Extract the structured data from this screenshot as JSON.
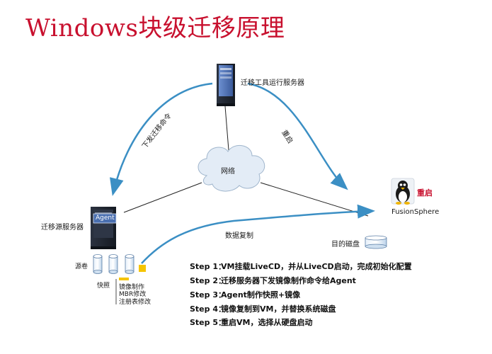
{
  "title": "Windows块级迁移原理",
  "nodes": {
    "migration_tool_server": "迁移工具运行服务器",
    "source_server": "迁移源服务器",
    "agent": "Agent",
    "network": "网络",
    "fusionsphere": "FusionSphere",
    "reboot": "重启",
    "target_disk": "目的磁盘",
    "source_volume": "源卷",
    "snapshot": "快照"
  },
  "edges": {
    "send_command": "下发迁移命令",
    "restart": "重启",
    "data_copy": "数据复制"
  },
  "legend": {
    "image_make": "镜像制作",
    "mbr_modify": "MBR修改",
    "registry_modify": "注册表修改"
  },
  "steps": [
    {
      "label": "Step 1：",
      "text": "VM挂载LiveCD，并从LiveCD启动，完成初始化配置"
    },
    {
      "label": "Step 2：",
      "text": "迁移服务器下发镜像制作命令给Agent"
    },
    {
      "label": "Step 3：",
      "text": "Agent制作快照+镜像"
    },
    {
      "label": "Step 4：",
      "text": "镜像复制到VM，并替换系统磁盘"
    },
    {
      "label": "Step 5：",
      "text": "重启VM，选择从硬盘启动"
    }
  ],
  "colors": {
    "title": "#c8102e",
    "arrow": "#3b8fc4",
    "cloud": "#e3ecf6",
    "server_dark": "#1f2530",
    "server_blue": "#4a6fb0",
    "disk": "#cfe0f0",
    "snapshot_accent": "#f5c400"
  }
}
